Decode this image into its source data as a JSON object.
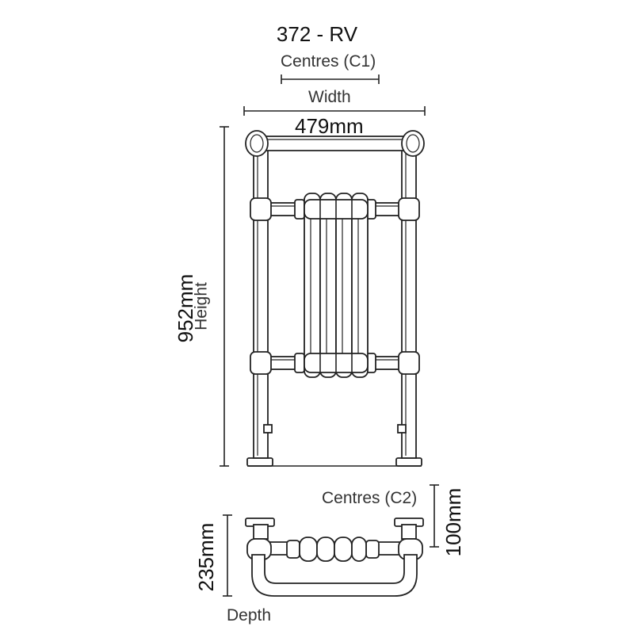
{
  "model": "372 - RV",
  "centres_c1_label": "Centres (C1)",
  "width_label": "Width",
  "width_value": "479mm",
  "height_value": "952mm",
  "height_label": "Height",
  "centres_c2_label": "Centres (C2)",
  "c2_value": "100mm",
  "depth_value": "235mm",
  "depth_label": "Depth"
}
